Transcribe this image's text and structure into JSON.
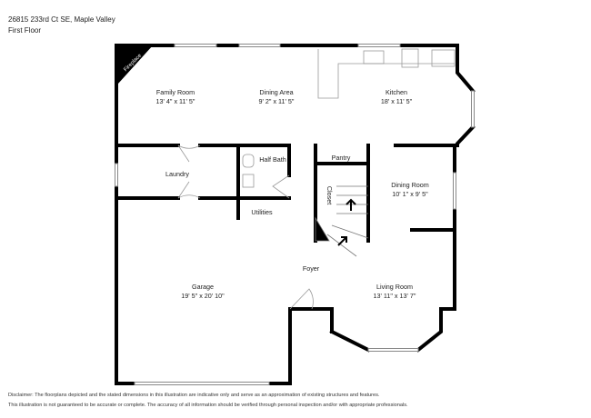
{
  "header": {
    "address": "26815 233rd Ct SE, Maple Valley",
    "floor": "First Floor"
  },
  "rooms": [
    {
      "name": "Family Room",
      "dims": "13' 4\" x 11' 5\""
    },
    {
      "name": "Dining Area",
      "dims": "9' 2\" x 11' 5\""
    },
    {
      "name": "Kitchen",
      "dims": "18' x 11' 5\""
    },
    {
      "name": "Laundry",
      "dims": ""
    },
    {
      "name": "Half Bath",
      "dims": ""
    },
    {
      "name": "Pantry",
      "dims": ""
    },
    {
      "name": "Dining Room",
      "dims": "10' 1\" x 9' 5\""
    },
    {
      "name": "Closet",
      "dims": ""
    },
    {
      "name": "Utilities",
      "dims": ""
    },
    {
      "name": "Garage",
      "dims": "19' 5\" x 20' 10\""
    },
    {
      "name": "Foyer",
      "dims": ""
    },
    {
      "name": "Living Room",
      "dims": "13' 11\" x 13' 7\""
    }
  ],
  "fixtures": {
    "fireplace": "Fireplace"
  },
  "disclaimer": {
    "line1": "Disclaimer: The floorplans depicted and the stated dimensions in this illustration are indicative only and serve as an approximation of existing structures and features.",
    "line2": "This illustration is not guaranteed to be accurate or complete. The accuracy of all information should be verified through personal inspection and/or with appropriate professionals."
  }
}
